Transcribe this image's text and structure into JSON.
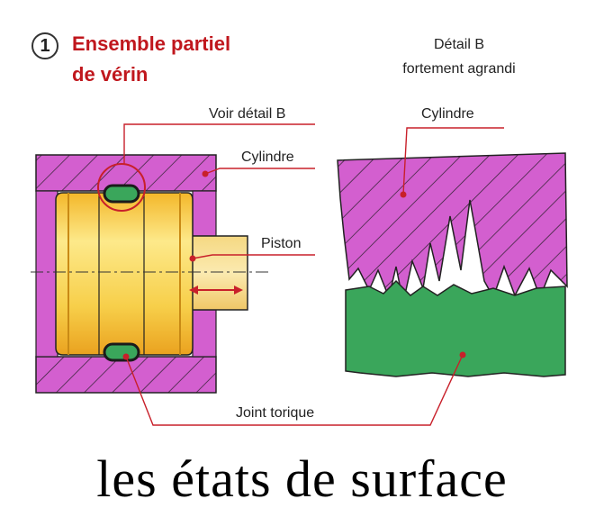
{
  "title": {
    "number": "1",
    "line1": "Ensemble partiel",
    "line2": "de vérin"
  },
  "detail_header": {
    "line1": "Détail B",
    "line2": "fortement agrandi"
  },
  "labels": {
    "voir_detail": "Voir détail B",
    "cylindre_left": "Cylindre",
    "piston": "Piston",
    "cylindre_right": "Cylindre",
    "joint": "Joint torique"
  },
  "caption": "les états de surface",
  "colors": {
    "cylinder": "#d35fcf",
    "piston": "#f6c83a",
    "seal": "#3aa65b",
    "callout": "#c8202a",
    "leader": "#c8202a"
  }
}
